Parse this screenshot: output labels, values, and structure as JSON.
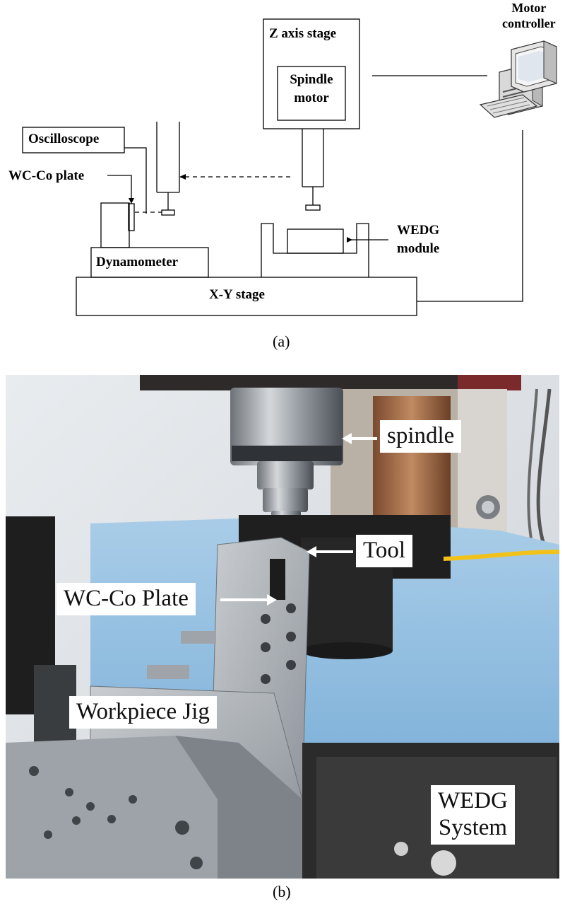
{
  "panel_a": {
    "caption": "(a)",
    "labels": {
      "motor_controller_line1": "Motor",
      "motor_controller_line2": "controller",
      "z_axis_stage": "Z axis stage",
      "spindle_motor_line1": "Spindle",
      "spindle_motor_line2": "motor",
      "oscilloscope": "Oscilloscope",
      "wc_co_plate": "WC-Co plate",
      "wedg_module_line1": "WEDG",
      "wedg_module_line2": "module",
      "dynamometer": "Dynamometer",
      "xy_stage": "X-Y stage"
    }
  },
  "panel_b": {
    "caption": "(b)",
    "callouts": {
      "spindle": "spindle",
      "tool": "Tool",
      "wc_co_plate": "WC-Co Plate",
      "workpiece_jig": "Workpiece Jig",
      "wedg_system_line1": "WEDG",
      "wedg_system_line2": "System"
    }
  }
}
